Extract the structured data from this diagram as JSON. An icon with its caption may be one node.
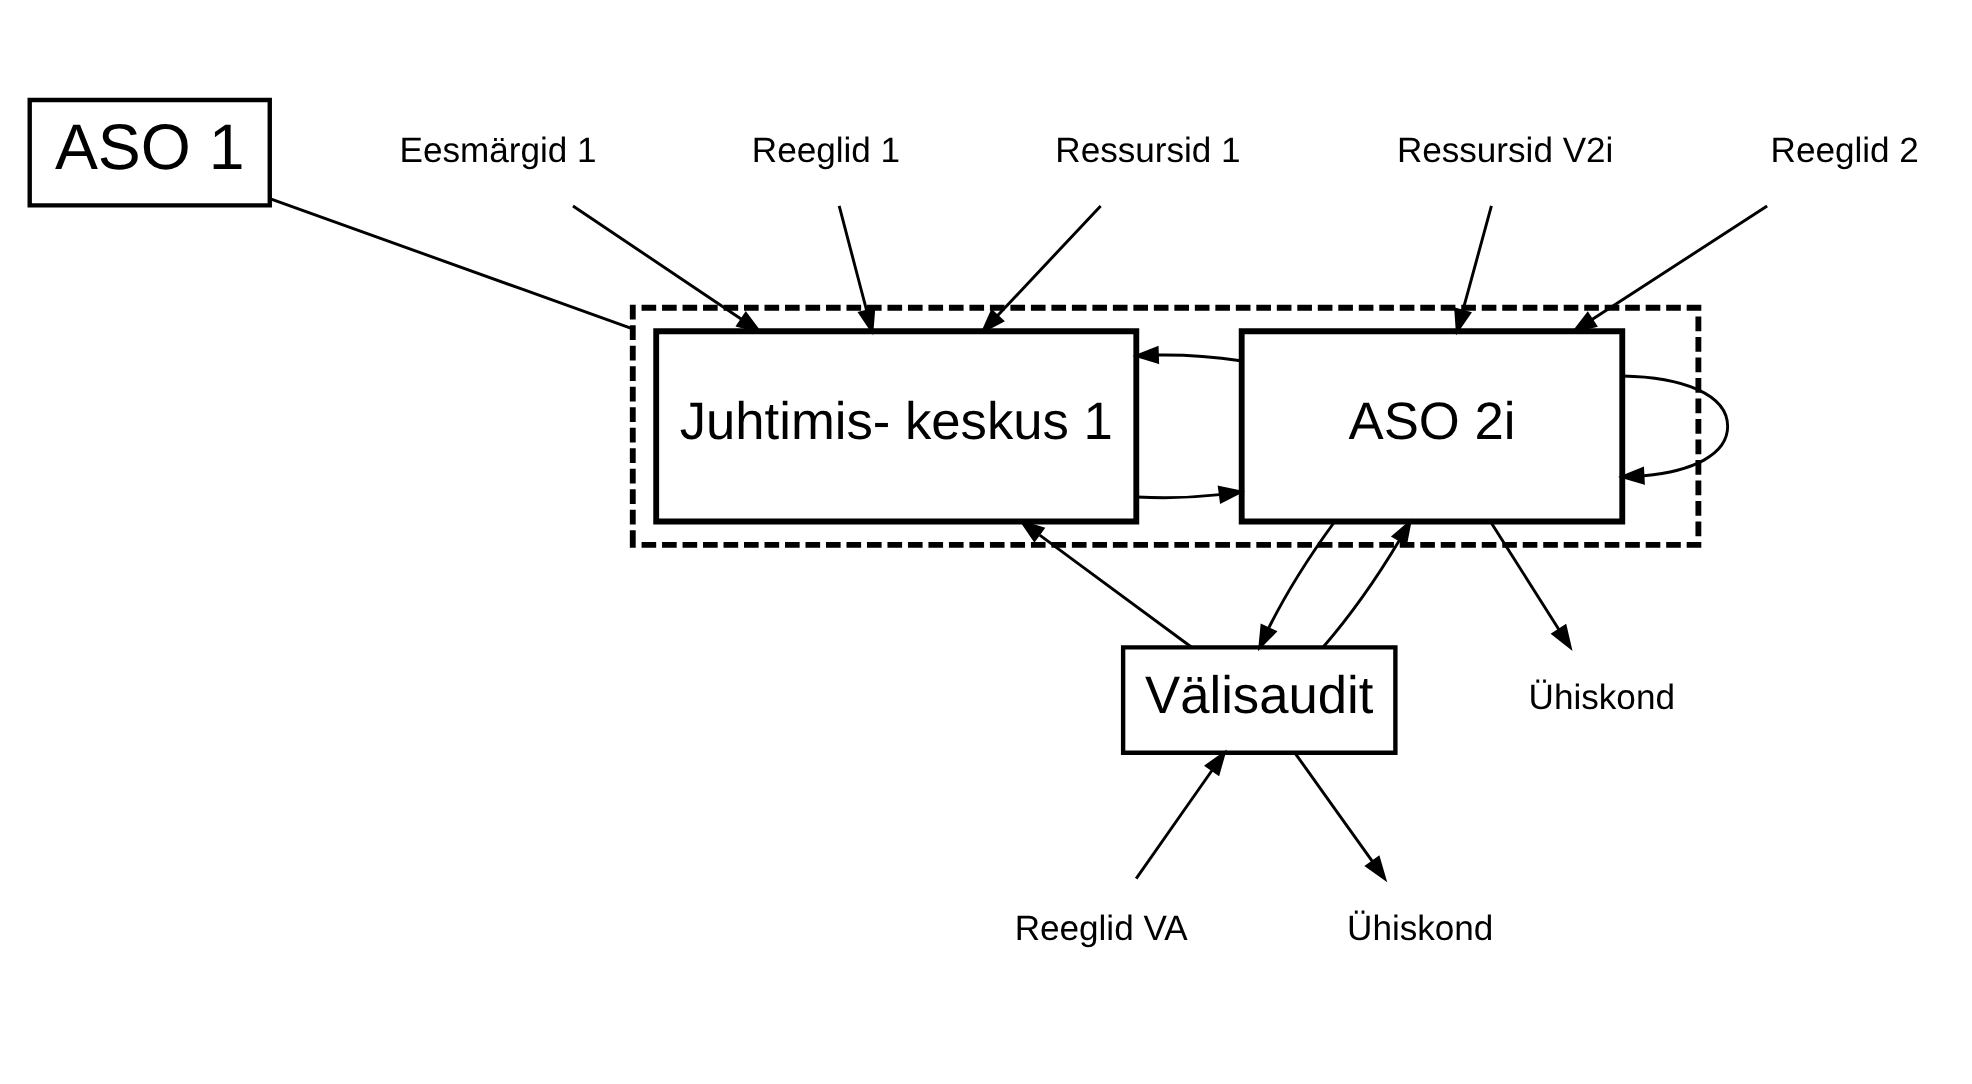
{
  "diagram": {
    "nodes": [
      {
        "text": [
          "ASO 1"
        ]
      },
      {
        "text": [],
        "shape": "box"
      },
      {
        "text": [
          "Juhtimis- keskus 1"
        ],
        "in": 1
      },
      {
        "text": [
          "ASO 2i"
        ],
        "in": 1
      },
      {
        "text": [
          "Välisaudit"
        ]
      },
      {
        "text": [
          "Eesmärgid 1"
        ]
      },
      {
        "text": [
          "Reeglid 1"
        ]
      },
      {
        "text": [
          "Ressursid 1"
        ]
      },
      {
        "text": [
          "Ressursid V2i"
        ]
      },
      {
        "text": [
          "Reeglid 2"
        ]
      },
      {
        "text": [
          "Reeglid VA"
        ]
      },
      {
        "text": [
          "Ühiskond"
        ]
      },
      {
        "text": [
          "Ühiskond"
        ]
      }
    ],
    "edges": [
      {
        "from": 0,
        "to": 1,
        "arrow": "none"
      },
      {
        "from": 5,
        "to": 2,
        "arrow": "to"
      },
      {
        "from": 6,
        "to": 2,
        "arrow": "to"
      },
      {
        "from": 7,
        "to": 2,
        "arrow": "to"
      },
      {
        "from": 8,
        "to": 3,
        "arrow": "to"
      },
      {
        "from": 9,
        "to": 3,
        "arrow": "to"
      },
      {
        "from": 2,
        "to": 3,
        "arrow": "to"
      },
      {
        "from": 3,
        "to": 3,
        "arrow": "to"
      },
      {
        "from": 3,
        "to": 2,
        "arrow": "to"
      },
      {
        "from": 3,
        "to": 4,
        "arrow": "to"
      },
      {
        "from": 3,
        "to": 12,
        "arrow": "to"
      },
      {
        "from": 10,
        "to": 4,
        "arrow": "to"
      },
      {
        "from": 4,
        "to": 2,
        "arrow": "to"
      },
      {
        "from": 4,
        "to": 3,
        "arrow": "to"
      },
      {
        "from": 4,
        "to": 11,
        "arrow": "to"
      }
    ]
  }
}
